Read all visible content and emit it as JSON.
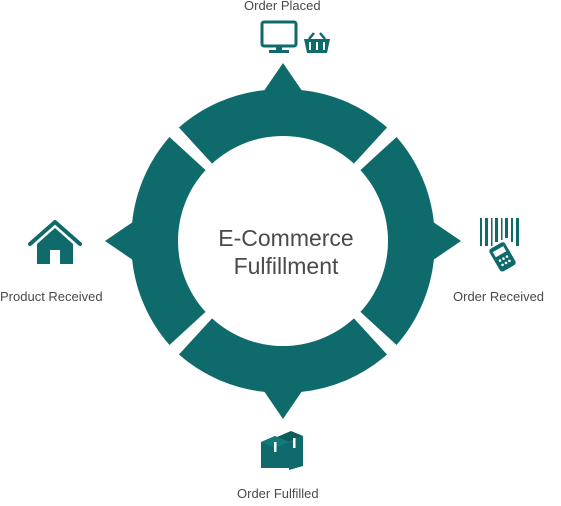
{
  "diagram": {
    "center": {
      "line1": "E-Commerce",
      "line2": "Fulfillment"
    },
    "stages": [
      {
        "label": "Order Placed",
        "icon": "computer-and-basket-icon"
      },
      {
        "label": "Order Received",
        "icon": "barcode-scanner-icon"
      },
      {
        "label": "Order Fulfilled",
        "icon": "boxes-icon"
      },
      {
        "label": "Product Received",
        "icon": "house-icon"
      }
    ],
    "colors": {
      "ring": "#0f6b6b",
      "text": "#4a4a4a",
      "background": "#ffffff"
    }
  }
}
